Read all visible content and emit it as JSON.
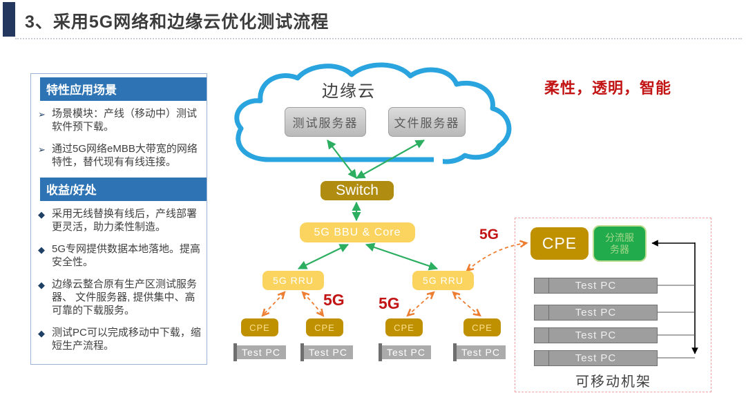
{
  "slide": {
    "title": "3、采用5G网络和边缘云优化测试流程",
    "tagline": "柔性，透明，智能"
  },
  "sidebar": {
    "sections": [
      {
        "header": "特性应用场景",
        "marker": "➢",
        "bullets": [
          "场景模块：产线（移动中）测试软件预下载。",
          "通过5G网络eMBB大带宽的网络特性，替代现有有线连接。"
        ]
      },
      {
        "header": "收益/好处",
        "marker": "◆",
        "bullets": [
          "采用无线替换有线后，产线部署 更灵活，助力柔性制造。",
          "5G专网提供数据本地落地。提高安全性。",
          "边缘云整合原有生产区测试服务 器、 文件服务器, 提供集中、高 可靠的下载服务。",
          "测试PC可以完成移动中下载，缩短生产流程。"
        ]
      }
    ]
  },
  "diagram": {
    "cloud_label": "边缘云",
    "test_server": "测试服务器",
    "file_server": "文件服务器",
    "switch_label": "Switch",
    "bbu_label": "5G BBU & Core",
    "rru_label": "5G RRU",
    "cpe_label": "CPE",
    "test_pc_label": "Test PC",
    "fiveg_label": "5G",
    "splitter_label": "分流服\n务器",
    "rack_label": "可移动机架"
  },
  "colors": {
    "accent_navy": "#24375E",
    "header_blue": "#2E74B5",
    "cloud_blue": "#2AA4DE",
    "gold_dark": "#B08C11",
    "gold_cpe": "#BF9000",
    "yellow_light": "#FBD45F",
    "green_box": "#21AB4D",
    "green_arrow": "#2BAE60",
    "orange_arrow": "#ED7D31",
    "red_text": "#C21414",
    "gray_server": "#BFBFBF"
  }
}
